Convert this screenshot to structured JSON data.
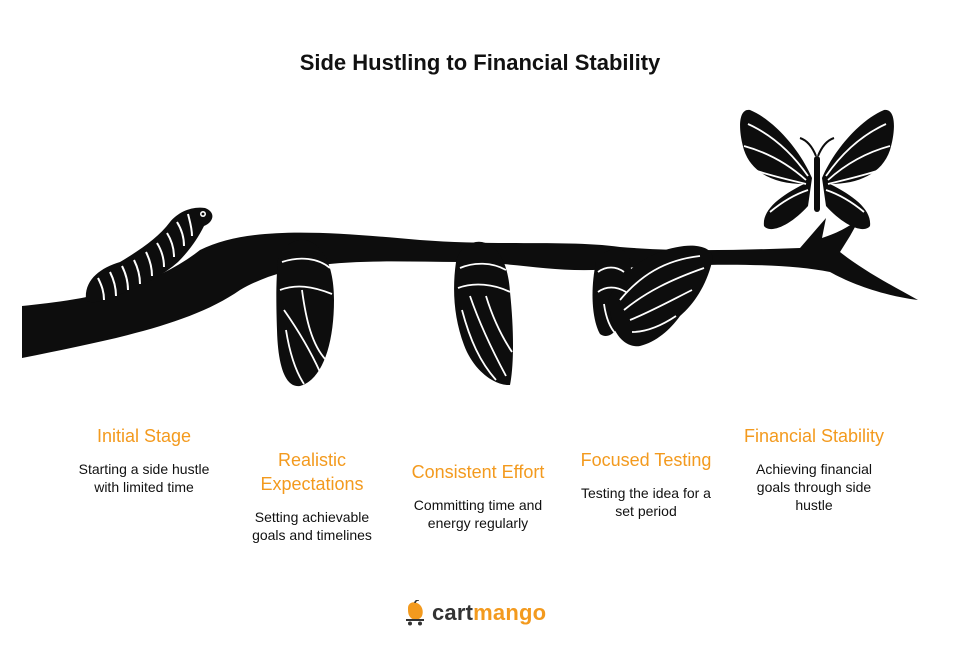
{
  "title": "Side Hustling to Financial Stability",
  "stages": [
    {
      "title": "Initial Stage",
      "description": "Starting a side hustle with limited time"
    },
    {
      "title": "Realistic Expectations",
      "description": "Setting achievable goals and timelines"
    },
    {
      "title": "Consistent Effort",
      "description": "Committing time and energy regularly"
    },
    {
      "title": "Focused Testing",
      "description": "Testing the idea for a set period"
    },
    {
      "title": "Financial Stability",
      "description": "Achieving financial goals through side hustle"
    }
  ],
  "logo": {
    "part1": "cart",
    "part2": "mango"
  },
  "colors": {
    "accent": "#F39A1E",
    "text": "#111111",
    "silhouette": "#0d0d0d"
  },
  "icons": [
    "caterpillar-icon",
    "chrysalis-icon",
    "emerging-butterfly-icon",
    "butterfly-icon",
    "cart-mango-icon"
  ]
}
